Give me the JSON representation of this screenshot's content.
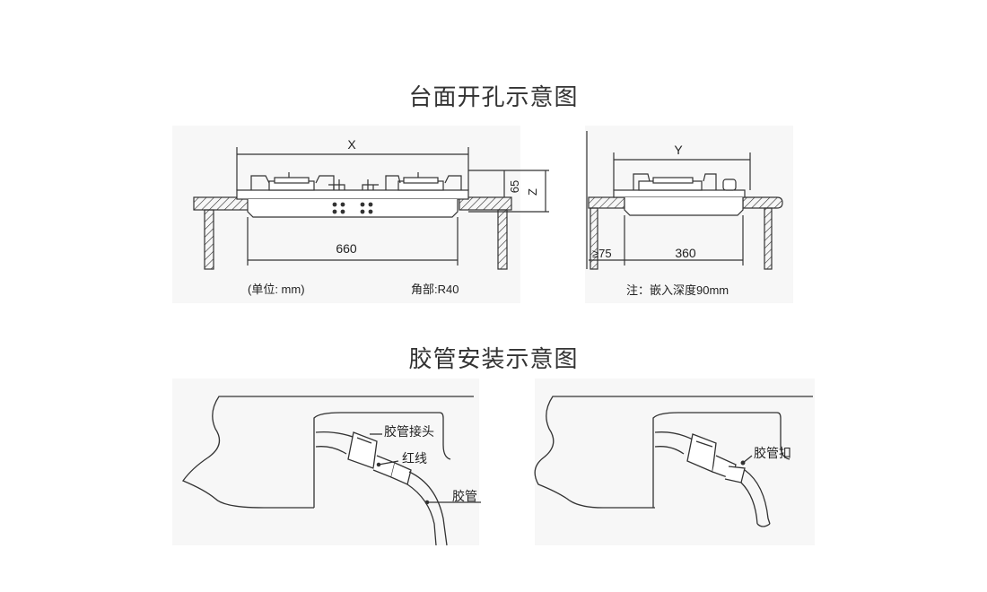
{
  "diagram1": {
    "title": "台面开孔示意图",
    "label_x": "X",
    "label_65": "65",
    "label_z": "Z",
    "label_660": "660",
    "unit_note": "(单位: mm)",
    "corner_note": "角部:R40",
    "label_y": "Y",
    "label_75": "≥75",
    "label_360": "360",
    "depth_note": "注：嵌入深度90mm"
  },
  "diagram2": {
    "title": "胶管安装示意图",
    "label_connector": "胶管接头",
    "label_red_line": "红线",
    "label_hose": "胶管",
    "label_clamp": "胶管扣"
  }
}
